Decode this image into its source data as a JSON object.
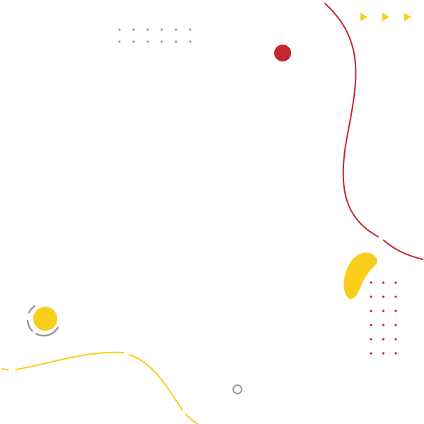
{
  "palette": {
    "red": "#c4262e",
    "yellow": "#f9cf1b",
    "gray": "#9a9a9a",
    "white": "#ffffff"
  },
  "shapes": {
    "gray_dot_grid": {
      "rows": 2,
      "cols": 6
    },
    "red_dot_grid": {
      "rows": 6,
      "cols": 3
    },
    "triangles": {
      "count": 3
    },
    "yellow_circle_ring": "dashed-arc"
  }
}
